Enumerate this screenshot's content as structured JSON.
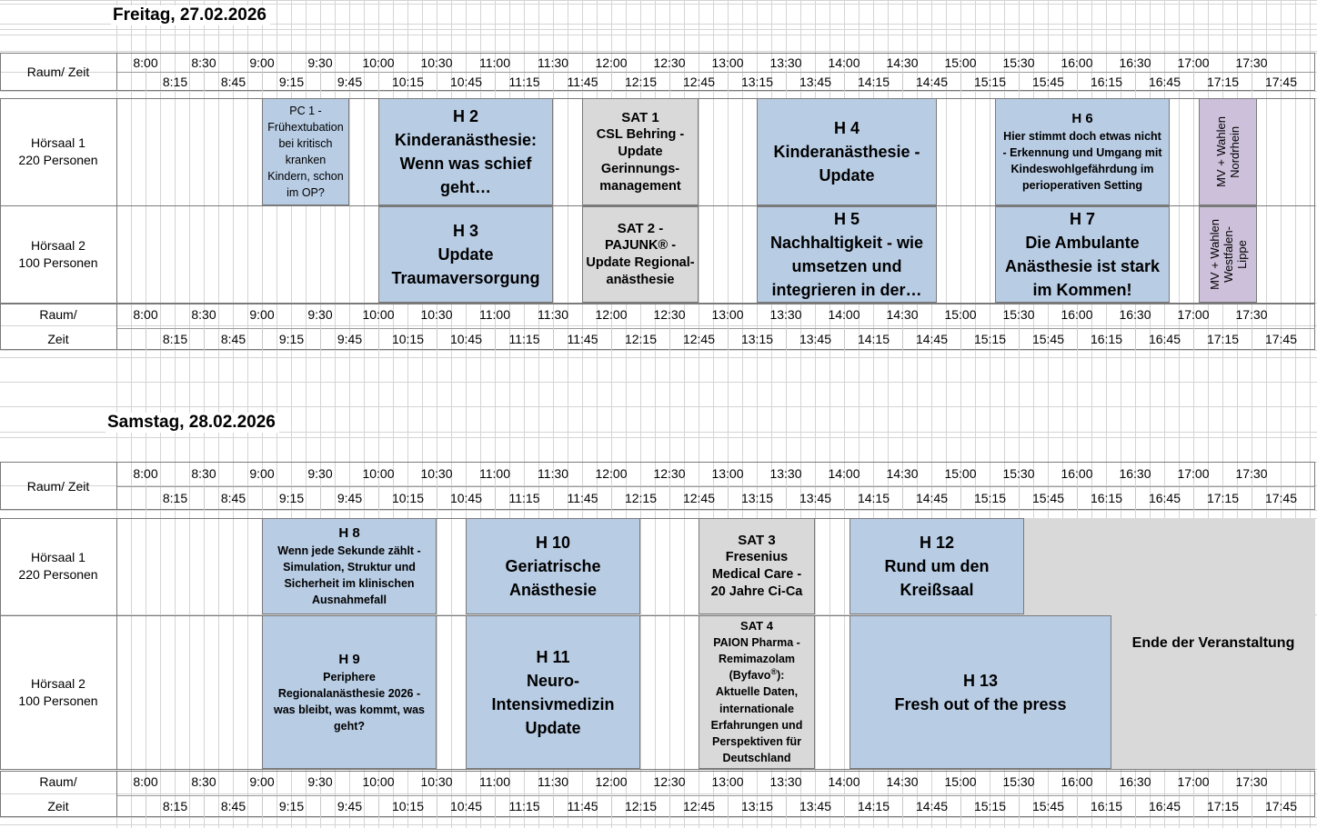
{
  "days": [
    {
      "title": "Freitag, 27.02.2026",
      "header_label": "Raum/ Zeit",
      "footer_label_1": "Raum/",
      "footer_label_2": "Zeit",
      "rooms": [
        {
          "name": "Hörsaal 1",
          "capacity": "220 Personen"
        },
        {
          "name": "Hörsaal 2",
          "capacity": "100 Personen"
        }
      ],
      "sessions": {
        "pc1": {
          "line1": "PC 1 -",
          "line2": "Frühextubation",
          "line3": "bei kritisch",
          "line4": "kranken",
          "line5": "Kindern, schon",
          "line6": "im OP?"
        },
        "h2": {
          "code": "H 2",
          "line1": "Kinderanästhesie:",
          "line2": "Wenn was schief",
          "line3": "geht…"
        },
        "sat1": {
          "code": "SAT 1",
          "line1": "CSL Behring -",
          "line2": "Update",
          "line3": "Gerinnungs-",
          "line4": "management"
        },
        "h4": {
          "code": "H 4",
          "line1": "Kinderanästhesie -",
          "line2": "Update"
        },
        "h6": {
          "code": "H 6",
          "line1": "Hier stimmt doch etwas nicht",
          "line2": "- Erkennung und Umgang mit",
          "line3": "Kindeswohlgefährdung im",
          "line4": "perioperativen Setting"
        },
        "mv1": {
          "line1": "MV + Wahlen",
          "line2": "Nordrhein"
        },
        "h3": {
          "code": "H 3",
          "line1": "Update",
          "line2": "Traumaversorgung"
        },
        "sat2": {
          "code": "SAT 2 -",
          "line1": "PAJUNK® -",
          "line2": "Update Regional-",
          "line3": "anästhesie"
        },
        "h5": {
          "code": "H 5",
          "line1": "Nachhaltigkeit - wie",
          "line2": "umsetzen und",
          "line3": "integrieren in der…"
        },
        "h7": {
          "code": "H 7",
          "line1": "Die Ambulante",
          "line2": "Anästhesie ist stark",
          "line3": "im Kommen!"
        },
        "mv2": {
          "line1": "MV + Wahlen",
          "line2": "Westfalen-",
          "line3": "Lippe"
        }
      }
    },
    {
      "title": "Samstag, 28.02.2026",
      "header_label": "Raum/ Zeit",
      "footer_label_1": "Raum/",
      "footer_label_2": "Zeit",
      "rooms": [
        {
          "name": "Hörsaal 1",
          "capacity": "220 Personen"
        },
        {
          "name": "Hörsaal 2",
          "capacity": "100 Personen"
        }
      ],
      "sessions": {
        "h8": {
          "code": "H 8",
          "line1": "Wenn jede Sekunde zählt -",
          "line2": "Simulation, Struktur und",
          "line3": "Sicherheit im klinischen",
          "line4": "Ausnahmefall"
        },
        "h10": {
          "code": "H 10",
          "line1": "Geriatrische",
          "line2": "Anästhesie"
        },
        "sat3": {
          "code": "SAT 3",
          "line1": "Fresenius",
          "line2": "Medical Care -",
          "line3": "20 Jahre Ci-Ca"
        },
        "h12": {
          "code": "H 12",
          "line1": "Rund um den",
          "line2": "Kreißsaal"
        },
        "h9": {
          "code": "H 9",
          "line1": "Periphere",
          "line2": "Regionalanästhesie 2026 -",
          "line3": "was bleibt, was kommt, was",
          "line4": "geht?"
        },
        "h11": {
          "code": "H 11",
          "line1": "Neuro-",
          "line2": "Intensivmedizin",
          "line3": "Update"
        },
        "sat4": {
          "code": "SAT 4",
          "line1": "PAION Pharma -",
          "line2": "Remimazolam",
          "line3a": "(Byfavo",
          "line3sup": "®",
          "line3b": "):",
          "line4": "Aktuelle Daten,",
          "line5": "internationale",
          "line6": "Erfahrungen und",
          "line7": "Perspektiven für",
          "line8": "Deutschland"
        },
        "h13": {
          "code": "H 13",
          "line1": "Fresh out of the press"
        },
        "ende": "Ende der Veranstaltung"
      }
    }
  ],
  "times_top": [
    "8:00",
    "8:30",
    "9:00",
    "9:30",
    "10:00",
    "10:30",
    "11:00",
    "11:30",
    "12:00",
    "12:30",
    "13:00",
    "13:30",
    "14:00",
    "14:30",
    "15:00",
    "15:30",
    "16:00",
    "16:30",
    "17:00",
    "17:30"
  ],
  "times_bottom": [
    "8:15",
    "8:45",
    "9:15",
    "9:45",
    "10:15",
    "10:45",
    "11:15",
    "11:45",
    "12:15",
    "12:45",
    "13:15",
    "13:45",
    "14:15",
    "14:45",
    "15:15",
    "15:45",
    "16:15",
    "16:45",
    "17:15",
    "17:45"
  ],
  "colors": {
    "session_blue": "#b8cce4",
    "satellite_gray": "#d9d9d9",
    "meeting_purple": "#ccc0da",
    "gridline": "#d4d4d4",
    "border": "#7a7a7a"
  }
}
